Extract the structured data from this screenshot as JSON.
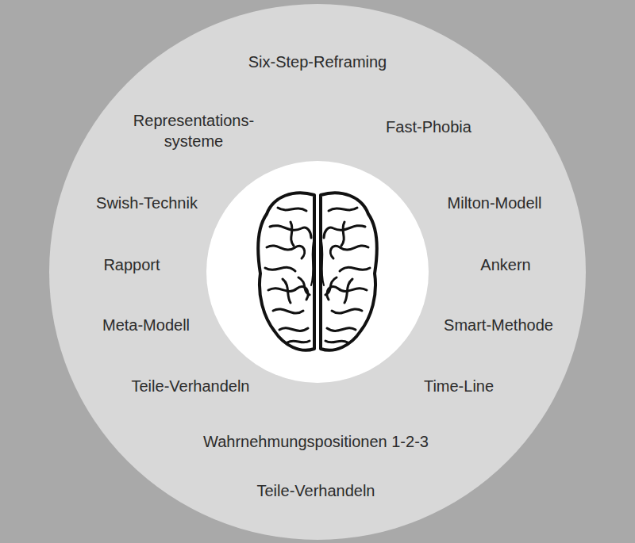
{
  "diagram": {
    "labels": [
      "Six-Step-Reframing",
      "Representations- systeme",
      "Fast-Phobia",
      "Swish-Technik",
      "Milton-Modell",
      "Rapport",
      "Ankern",
      "Meta-Modell",
      "Smart-Methode",
      "Teile-Verhandeln",
      "Time-Line",
      "Wahrnehmungspositionen 1-2-3",
      "Teile-Verhandeln"
    ]
  }
}
